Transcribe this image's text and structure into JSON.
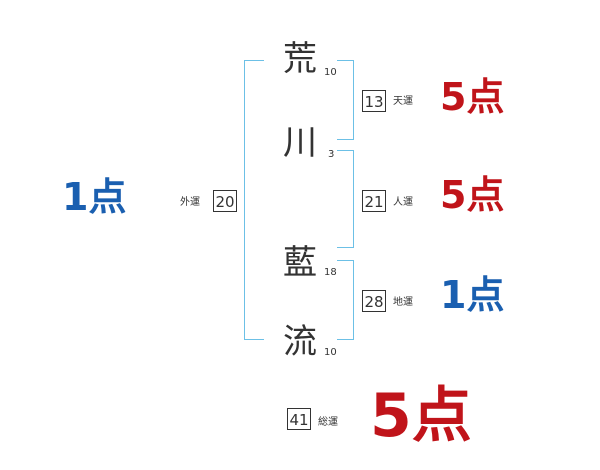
{
  "name_characters": [
    {
      "char": "荒",
      "strokes": "10"
    },
    {
      "char": "川",
      "strokes": "3"
    },
    {
      "char": "藍",
      "strokes": "18"
    },
    {
      "char": "流",
      "strokes": "10"
    }
  ],
  "fortunes": {
    "tenkaku": {
      "value": "13",
      "label": "天運",
      "score": "5点",
      "color": "#c0141a"
    },
    "jinkaku": {
      "value": "21",
      "label": "人運",
      "score": "5点",
      "color": "#c0141a"
    },
    "chikaku": {
      "value": "28",
      "label": "地運",
      "score": "1点",
      "color": "#1a5fb0"
    },
    "gaikaku": {
      "value": "20",
      "label": "外運",
      "score": "1点",
      "color": "#1a5fb0"
    },
    "soukaku": {
      "value": "41",
      "label": "総運",
      "score": "5点",
      "color": "#c0141a"
    }
  },
  "bracket_color": "#6cc0e6"
}
